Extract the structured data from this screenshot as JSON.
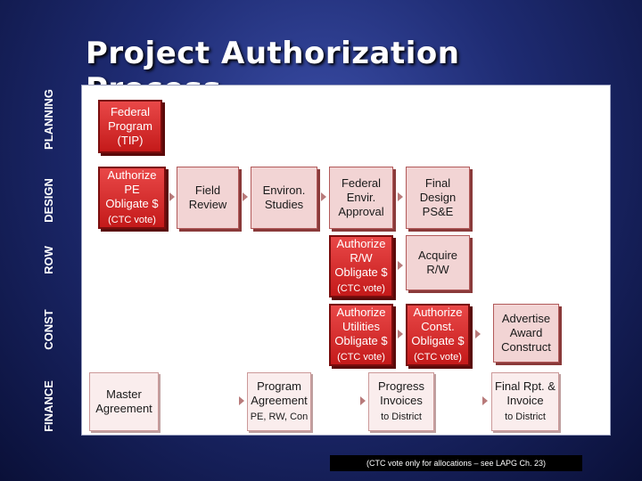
{
  "title": "Project Authorization Process",
  "lanes": [
    "PLANNING",
    "DESIGN",
    "ROW",
    "CONST",
    "FINANCE"
  ],
  "boxes": {
    "federal_program": "Federal Program (TIP)",
    "authorize_pe": "Authorize PE Obligate $",
    "authorize_pe_sub": "(CTC vote)",
    "field_review": "Field Review",
    "environ_studies": "Environ. Studies",
    "federal_envir_approval": "Federal Envir. Approval",
    "final_design": "Final Design PS&E",
    "authorize_rw": "Authorize R/W Obligate $",
    "authorize_rw_sub": "(CTC vote)",
    "acquire_rw": "Acquire R/W",
    "authorize_utilities": "Authorize Utilities Obligate $",
    "authorize_utilities_sub": "(CTC vote)",
    "authorize_const": "Authorize Const. Obligate $",
    "authorize_const_sub": "(CTC vote)",
    "advertise": "Advertise Award Construct",
    "master_agreement": "Master Agreement",
    "program_agreement": "Program Agreement",
    "program_agreement_sub": "PE, RW, Con",
    "progress_invoices": "Progress Invoices",
    "progress_invoices_sub": "to District",
    "final_rpt": "Final Rpt. & Invoice",
    "final_rpt_sub": "to District"
  },
  "note": "(CTC vote only for allocations – see LAPG Ch. 23)"
}
